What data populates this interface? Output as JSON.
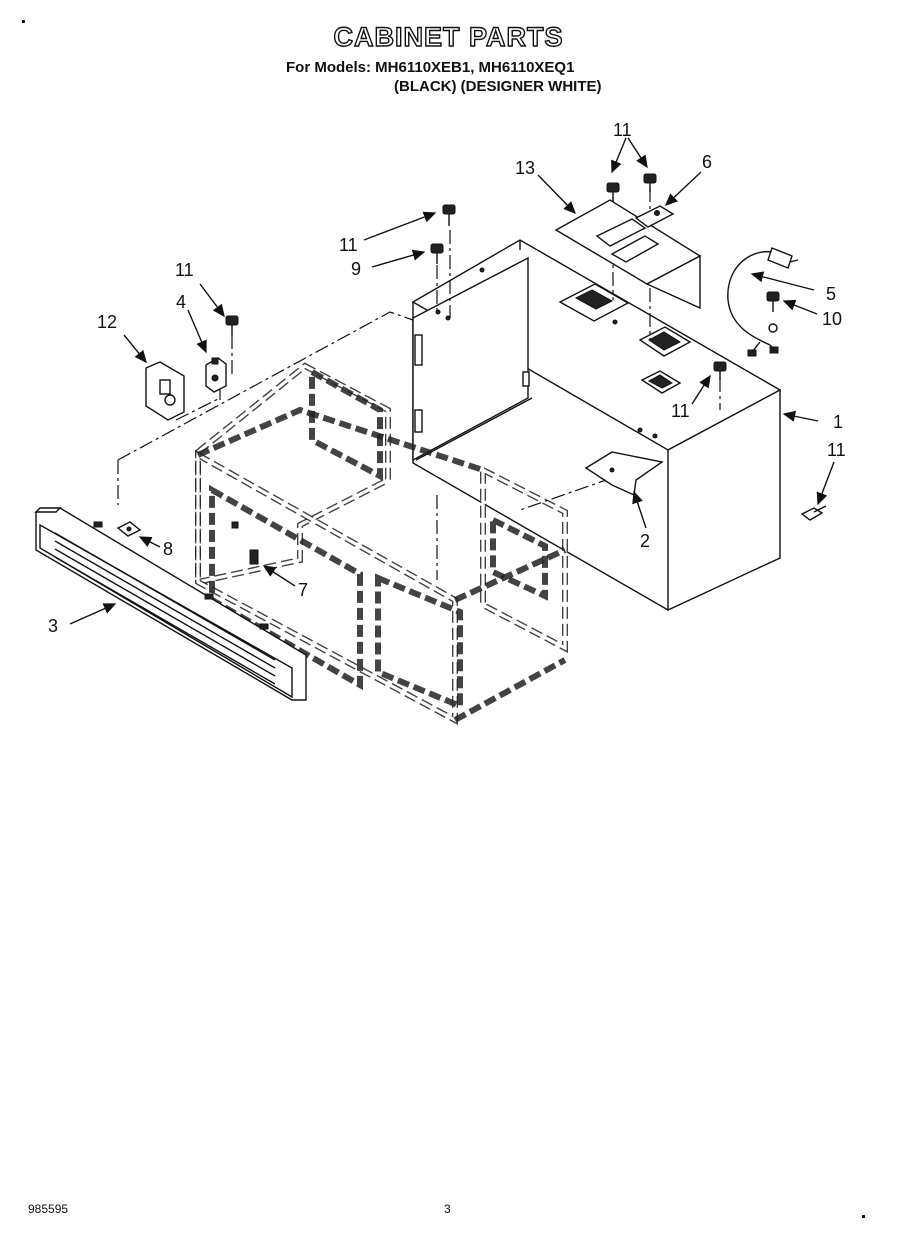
{
  "header": {
    "title": "CABINET PARTS",
    "models_line": "For Models: MH6110XEB1, MH6110XEQ1",
    "finishes_line": "(BLACK)  (DESIGNER WHITE)"
  },
  "callouts": {
    "c1": "1",
    "c2": "2",
    "c3": "3",
    "c4": "4",
    "c5": "5",
    "c6": "6",
    "c7": "7",
    "c8": "8",
    "c9": "9",
    "c10": "10",
    "c11a": "11",
    "c11b": "11",
    "c11c": "11",
    "c11d": "11",
    "c11e": "11",
    "c12": "12",
    "c13": "13"
  },
  "footer": {
    "doc_code": "985595",
    "page_number": "3"
  }
}
